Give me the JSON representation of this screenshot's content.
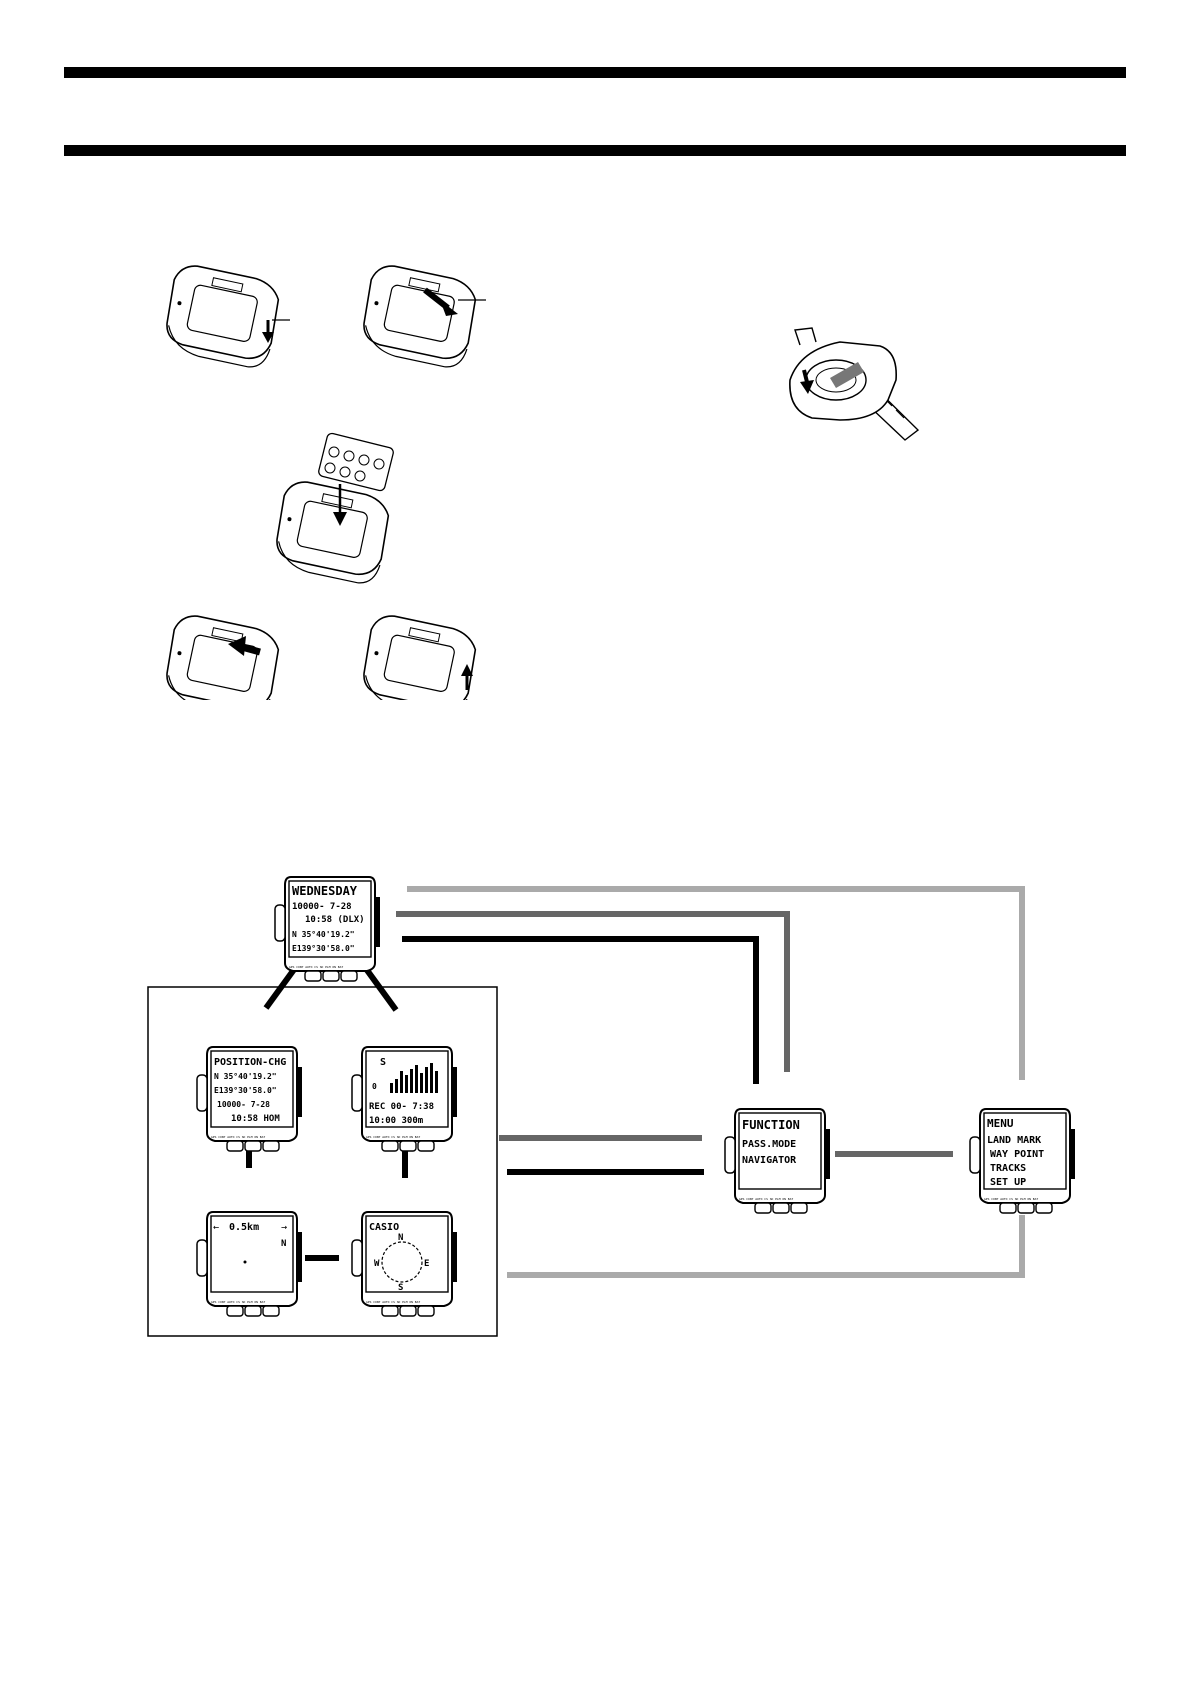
{
  "screens": {
    "top": [
      "WEDNESDAY",
      "10000- 7-28",
      "10:58 (DLX)",
      "N 35°40'19.2\"",
      "E139°30'58.0\""
    ],
    "position": [
      "POSITION-CHG",
      "N 35°40'19.2\"",
      "E139°30'58.0\"",
      "10000- 7-28",
      "10:58 HOM"
    ],
    "graph": [
      "S",
      "0",
      "REC 00- 7:38",
      "10:00 300m"
    ],
    "plot": [
      "0.5km",
      "N"
    ],
    "compass": [
      "CASIO",
      "N",
      "W",
      "E",
      "S"
    ],
    "function": [
      "FUNCTION",
      "PASS.MODE",
      "NAVIGATOR"
    ],
    "menu": [
      "MENU",
      "LAND MARK",
      "WAY POINT",
      "TRACKS",
      "SET UP"
    ],
    "button_labels": "GPS CONT AUTO CS SD PLM ON BAT"
  }
}
